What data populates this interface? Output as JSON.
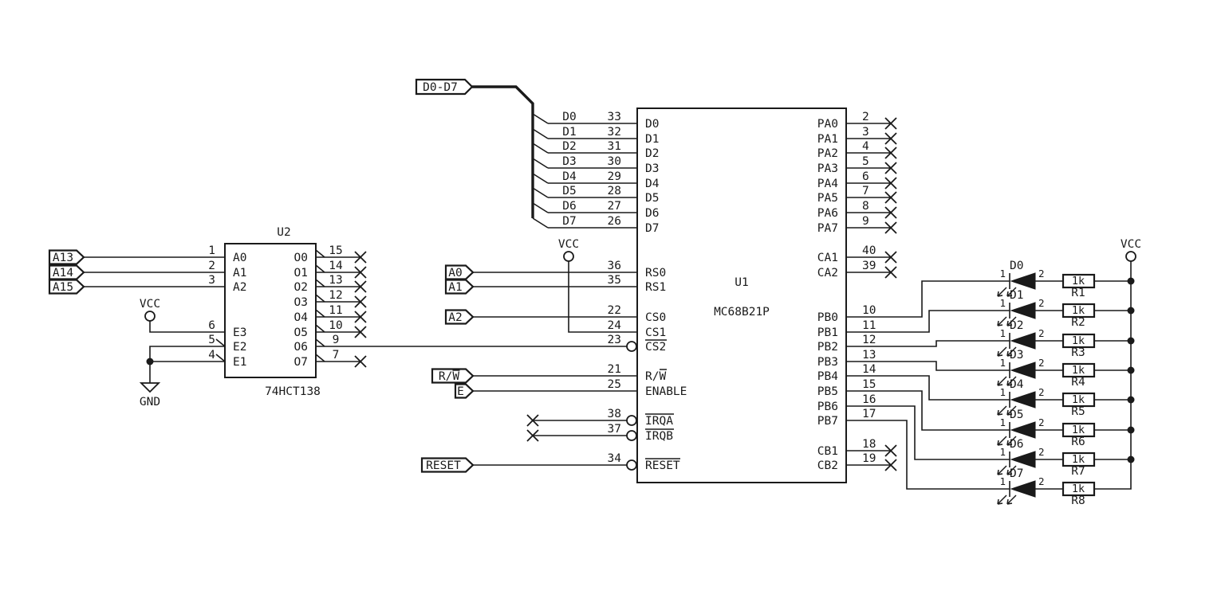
{
  "bus": {
    "label": "D0-D7",
    "net_labels": [
      "D0",
      "D1",
      "D2",
      "D3",
      "D4",
      "D5",
      "D6",
      "D7"
    ]
  },
  "power": {
    "vcc": "VCC",
    "gnd": "GND"
  },
  "global_labels": {
    "a13": "A13",
    "a14": "A14",
    "a15": "A15",
    "a0": "A0",
    "a1": "A1",
    "a2": "A2",
    "rw": "R/W",
    "e": "E",
    "reset": "RESET"
  },
  "u2": {
    "ref": "U2",
    "value": "74HCT138",
    "left_pins": [
      {
        "num": "1",
        "name": "A0"
      },
      {
        "num": "2",
        "name": "A1"
      },
      {
        "num": "3",
        "name": "A2"
      },
      {
        "num": "6",
        "name": "E3"
      },
      {
        "num": "5",
        "name": "E2"
      },
      {
        "num": "4",
        "name": "E1"
      }
    ],
    "right_pins": [
      {
        "num": "15",
        "name": "O0"
      },
      {
        "num": "14",
        "name": "O1"
      },
      {
        "num": "13",
        "name": "O2"
      },
      {
        "num": "12",
        "name": "O3"
      },
      {
        "num": "11",
        "name": "O4"
      },
      {
        "num": "10",
        "name": "O5"
      },
      {
        "num": "9",
        "name": "O6"
      },
      {
        "num": "7",
        "name": "O7"
      }
    ]
  },
  "u1": {
    "ref": "U1",
    "value": "MC68B21P",
    "left_pins": [
      {
        "num": "33",
        "name": "D0"
      },
      {
        "num": "32",
        "name": "D1"
      },
      {
        "num": "31",
        "name": "D2"
      },
      {
        "num": "30",
        "name": "D3"
      },
      {
        "num": "29",
        "name": "D4"
      },
      {
        "num": "28",
        "name": "D5"
      },
      {
        "num": "27",
        "name": "D6"
      },
      {
        "num": "26",
        "name": "D7"
      },
      {
        "num": "36",
        "name": "RS0"
      },
      {
        "num": "35",
        "name": "RS1"
      },
      {
        "num": "22",
        "name": "CS0"
      },
      {
        "num": "24",
        "name": "CS1"
      },
      {
        "num": "23",
        "name": "CS2"
      },
      {
        "num": "21",
        "name": "R/W"
      },
      {
        "num": "25",
        "name": "ENABLE"
      },
      {
        "num": "38",
        "name": "IRQA"
      },
      {
        "num": "37",
        "name": "IRQB"
      },
      {
        "num": "34",
        "name": "RESET"
      }
    ],
    "right_pins": [
      {
        "num": "2",
        "name": "PA0"
      },
      {
        "num": "3",
        "name": "PA1"
      },
      {
        "num": "4",
        "name": "PA2"
      },
      {
        "num": "5",
        "name": "PA3"
      },
      {
        "num": "6",
        "name": "PA4"
      },
      {
        "num": "7",
        "name": "PA5"
      },
      {
        "num": "8",
        "name": "PA6"
      },
      {
        "num": "9",
        "name": "PA7"
      },
      {
        "num": "40",
        "name": "CA1"
      },
      {
        "num": "39",
        "name": "CA2"
      },
      {
        "num": "10",
        "name": "PB0"
      },
      {
        "num": "11",
        "name": "PB1"
      },
      {
        "num": "12",
        "name": "PB2"
      },
      {
        "num": "13",
        "name": "PB3"
      },
      {
        "num": "14",
        "name": "PB4"
      },
      {
        "num": "15",
        "name": "PB5"
      },
      {
        "num": "16",
        "name": "PB6"
      },
      {
        "num": "17",
        "name": "PB7"
      },
      {
        "num": "18",
        "name": "CB1"
      },
      {
        "num": "19",
        "name": "CB2"
      }
    ]
  },
  "leds": {
    "pin1": "1",
    "pin2": "2",
    "value": "1k",
    "rows": [
      {
        "ref": "D0",
        "res": "R1"
      },
      {
        "ref": "D1",
        "res": "R2"
      },
      {
        "ref": "D2",
        "res": "R3"
      },
      {
        "ref": "D3",
        "res": "R4"
      },
      {
        "ref": "D4",
        "res": "R5"
      },
      {
        "ref": "D5",
        "res": "R6"
      },
      {
        "ref": "D6",
        "res": "R7"
      },
      {
        "ref": "D7",
        "res": "R8"
      }
    ]
  }
}
